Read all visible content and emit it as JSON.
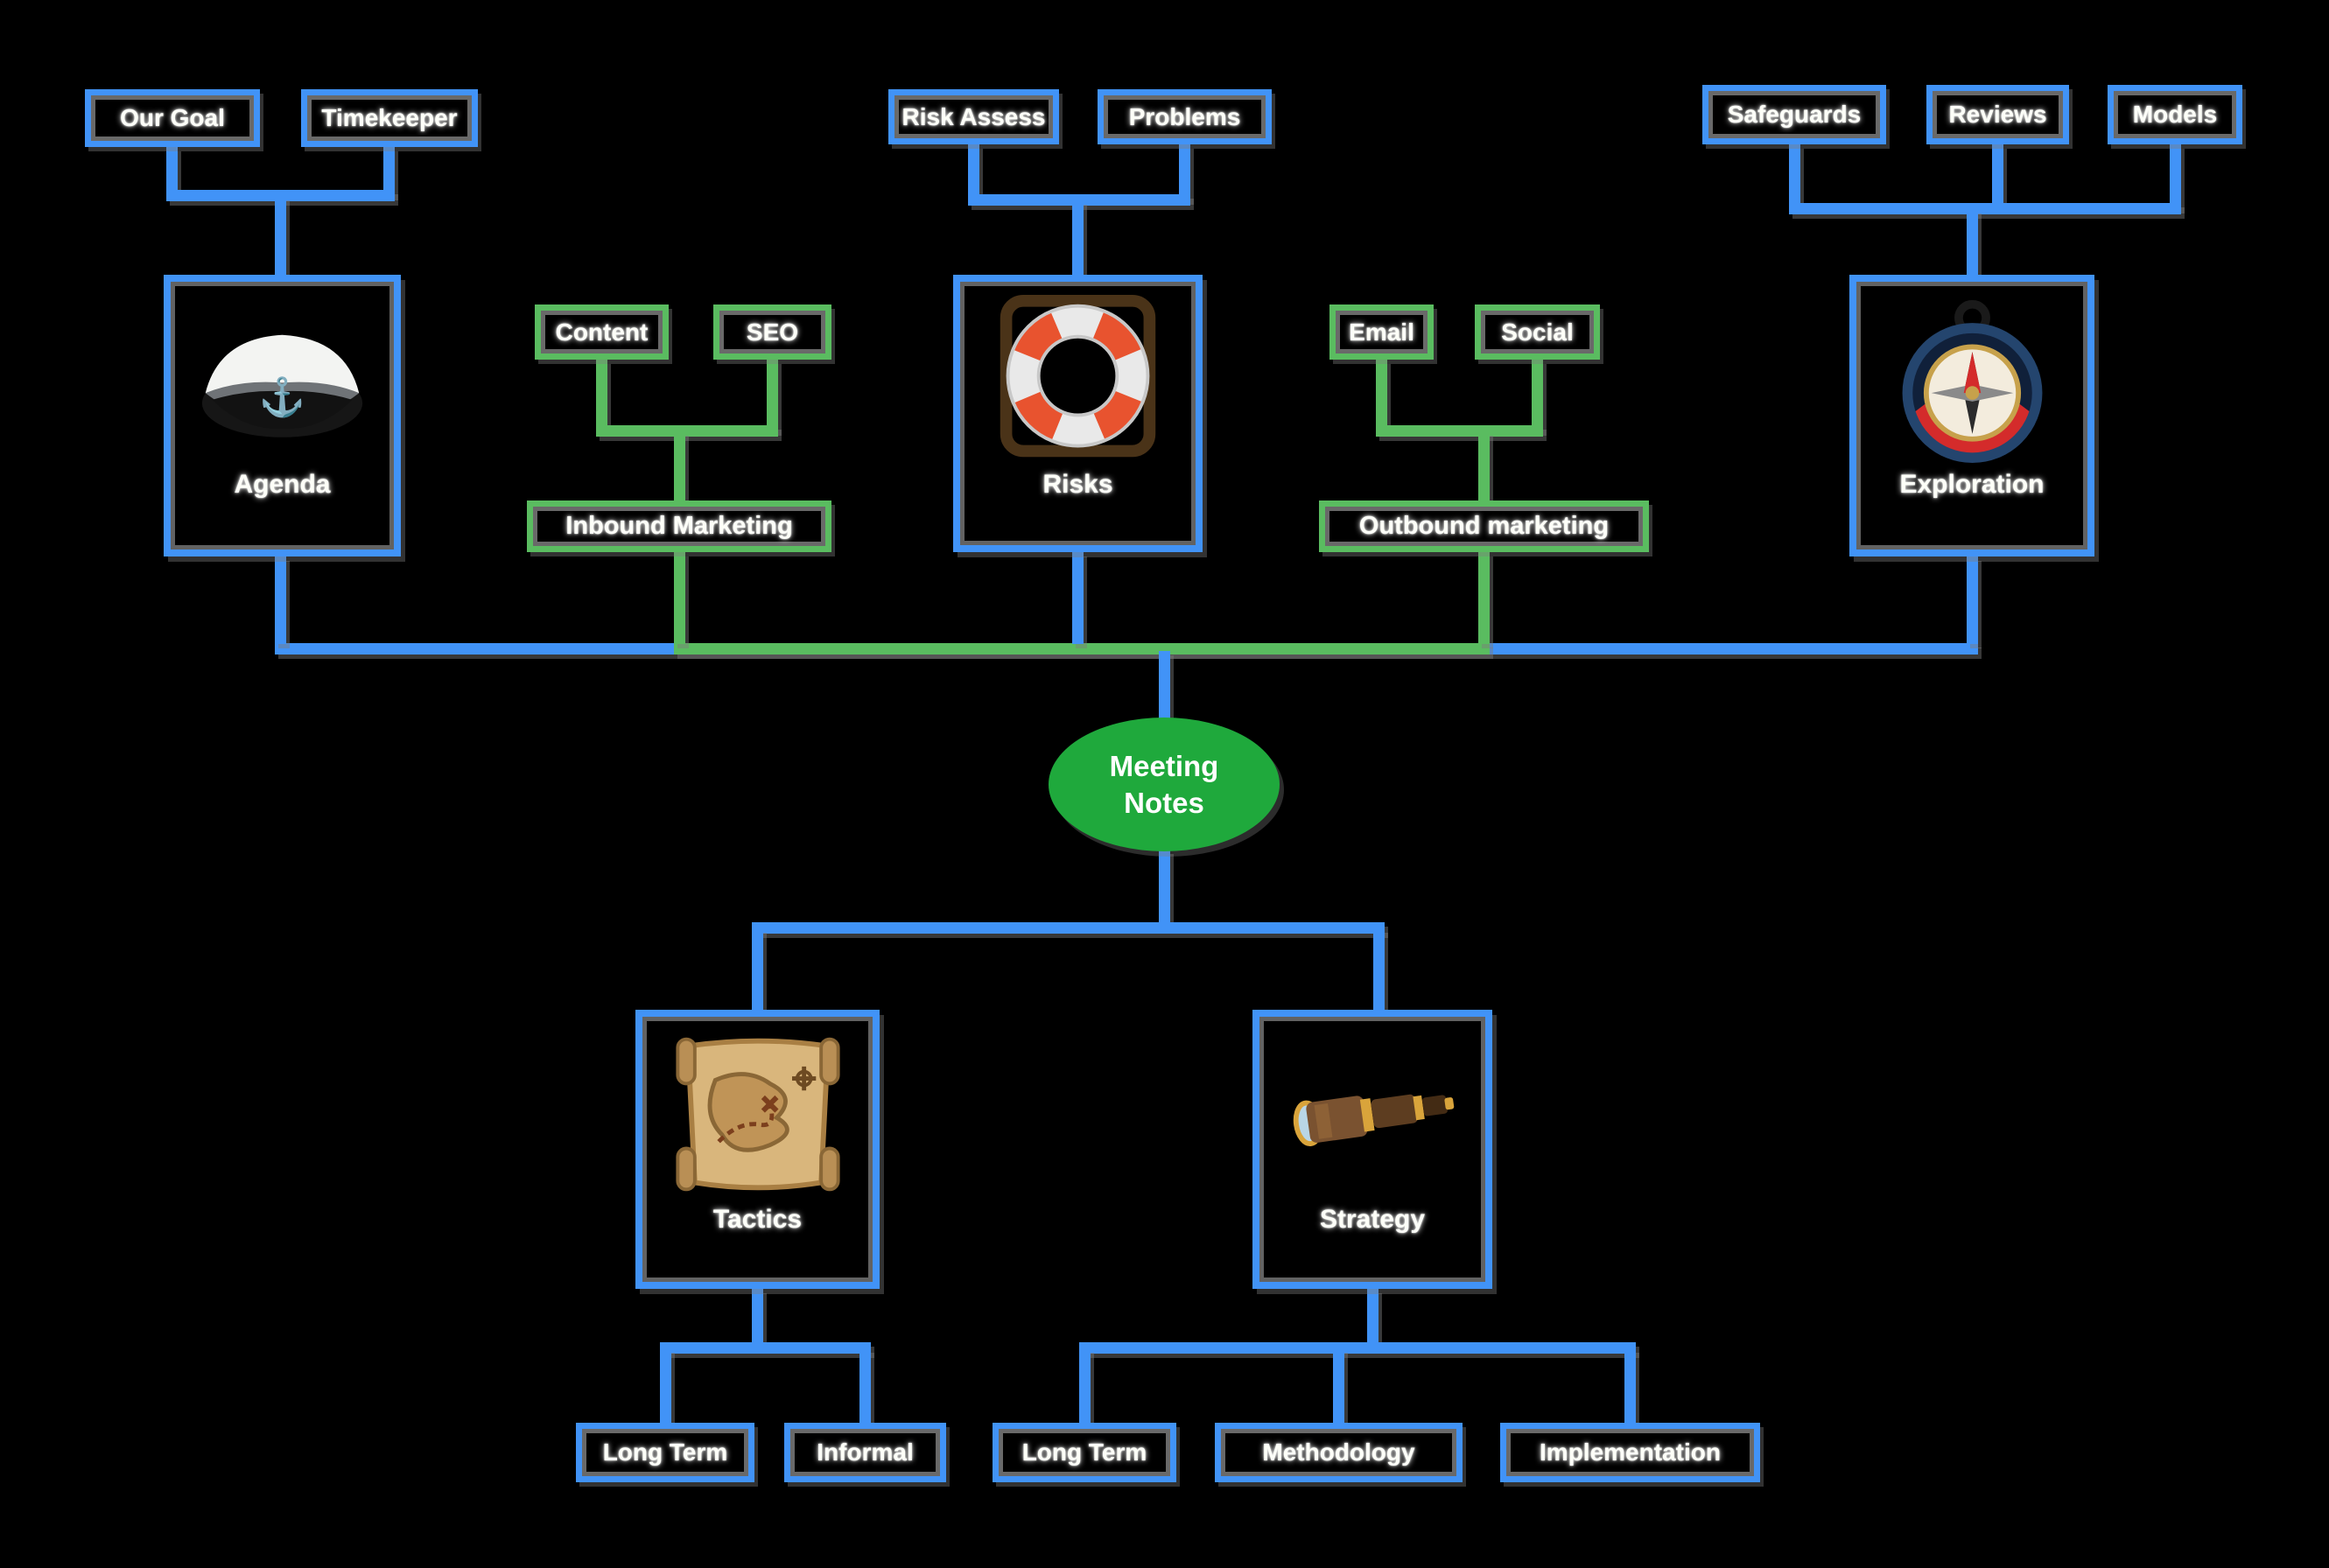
{
  "title": "Meeting Notes mind map",
  "colors": {
    "background": "#000000",
    "branch_blue": "#4193f7",
    "branch_green": "#5abc60",
    "center_green": "#1fa93c",
    "text": "#ffffff"
  },
  "center": {
    "line1": "Meeting",
    "line2": "Notes"
  },
  "icons": {
    "agenda": "captain-hat-icon",
    "risks": "lifebuoy-icon",
    "exploration": "compass-icon",
    "tactics": "treasure-map-icon",
    "strategy": "telescope-icon"
  },
  "branches": {
    "agenda": {
      "label": "Agenda",
      "children": [
        "Our Goal",
        "Timekeeper"
      ]
    },
    "inbound": {
      "label": "Inbound Marketing",
      "children": [
        "Content",
        "SEO"
      ]
    },
    "risks": {
      "label": "Risks",
      "children": [
        "Risk Assess",
        "Problems"
      ]
    },
    "outbound": {
      "label": "Outbound marketing",
      "children": [
        "Email",
        "Social"
      ]
    },
    "exploration": {
      "label": "Exploration",
      "children": [
        "Safeguards",
        "Reviews",
        "Models"
      ]
    },
    "tactics": {
      "label": "Tactics",
      "children": [
        "Long Term",
        "Informal"
      ]
    },
    "strategy": {
      "label": "Strategy",
      "children": [
        "Long Term",
        "Methodology",
        "Implementation"
      ]
    }
  }
}
